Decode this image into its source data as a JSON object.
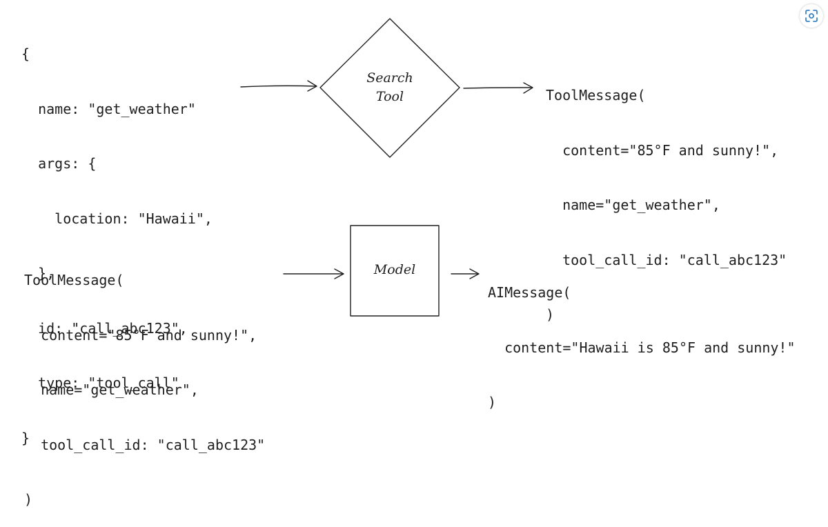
{
  "tool_call": {
    "lines": [
      "{",
      "  name: \"get_weather\"",
      "  args: {",
      "    location: \"Hawaii\",",
      "  },",
      "  id: \"call_abc123\",",
      "  type: \"tool_call\"",
      "}"
    ]
  },
  "search_tool": {
    "line1": "Search",
    "line2": "Tool"
  },
  "tool_message_top": {
    "lines": [
      "ToolMessage(",
      "  content=\"85°F and sunny!\",",
      "  name=\"get_weather\",",
      "  tool_call_id: \"call_abc123\"",
      ")"
    ]
  },
  "tool_message_bottom": {
    "lines": [
      "ToolMessage(",
      "  content=\"85°F and sunny!\",",
      "  name=\"get_weather\",",
      "  tool_call_id: \"call_abc123\"",
      ")"
    ]
  },
  "model": {
    "label": "Model"
  },
  "ai_message": {
    "lines": [
      "AIMessage(",
      "  content=\"Hawaii is 85°F and sunny!\"",
      ")"
    ]
  },
  "toolbar": {
    "icon": "scan-icon"
  },
  "colors": {
    "stroke": "#1e1e1e",
    "icon": "#3b82c4"
  }
}
